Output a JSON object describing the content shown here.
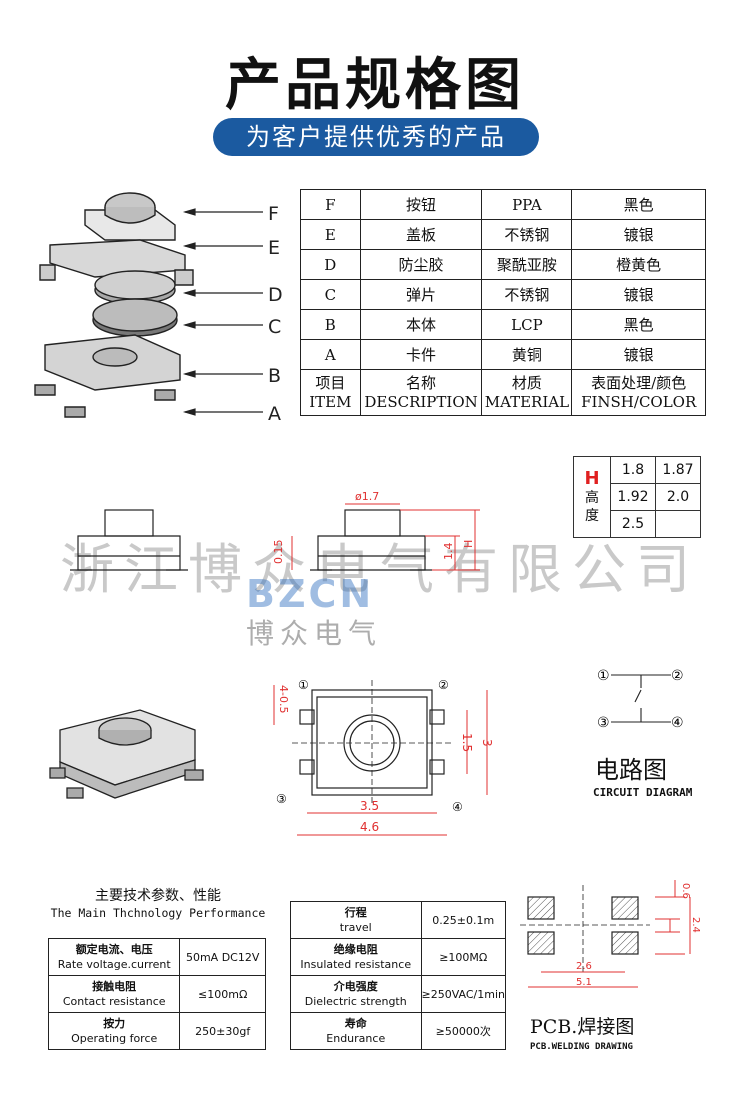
{
  "header": {
    "title": "产品规格图",
    "subtitle": "为客户提供优秀的产品"
  },
  "parts_callouts": [
    "F",
    "E",
    "D",
    "C",
    "B",
    "A"
  ],
  "bom_table": {
    "rows": [
      {
        "item": "F",
        "name": "按钮",
        "material": "PPA",
        "finish": "黑色"
      },
      {
        "item": "E",
        "name": "盖板",
        "material": "不锈钢",
        "finish": "镀银"
      },
      {
        "item": "D",
        "name": "防尘胶",
        "material": "聚酰亚胺",
        "finish": "橙黄色"
      },
      {
        "item": "C",
        "name": "弹片",
        "material": "不锈钢",
        "finish": "镀银"
      },
      {
        "item": "B",
        "name": "本体",
        "material": "LCP",
        "finish": "黑色"
      },
      {
        "item": "A",
        "name": "卡件",
        "material": "黄铜",
        "finish": "镀银"
      }
    ],
    "header": {
      "item_cn": "项目",
      "item_en": "ITEM",
      "name_cn": "名称",
      "name_en": "DESCRIPTION",
      "material_cn": "材质",
      "material_en": "MATERIAL",
      "finish_cn": "表面处理/颜色",
      "finish_en": "FINSH/COLOR"
    }
  },
  "height_table": {
    "label_letter": "H",
    "label_cn_1": "高",
    "label_cn_2": "度",
    "values": [
      "1.8",
      "1.87",
      "1.92",
      "2.0",
      "2.5"
    ]
  },
  "watermark": {
    "company": "浙江博众电气有限公司",
    "logo_text": "BZCN",
    "logo_cn": "博众电气"
  },
  "dimensions": {
    "side": {
      "diameter": "ø1.7",
      "d1": "0.15",
      "d2": "1.4",
      "h": "H"
    },
    "top": {
      "pitch": "4-0.5",
      "w1": "3.5",
      "w2": "4.6",
      "h1": "1.5",
      "h2": "3",
      "pins": [
        "①",
        "②",
        "③",
        "④"
      ]
    },
    "pcb": {
      "a": "0.6",
      "b": "2.4",
      "c": "2.6",
      "d": "5.1"
    }
  },
  "circuit": {
    "pins": [
      "①",
      "②",
      "③",
      "④"
    ],
    "label_cn": "电路图",
    "label_en": "CIRCUIT DIAGRAM"
  },
  "performance": {
    "title_cn": "主要技术参数、性能",
    "title_en": "The Main Thchnology Performance",
    "left_rows": [
      {
        "name_cn": "额定电流、电压",
        "name_en": "Rate voltage.current",
        "value": "50mA DC12V"
      },
      {
        "name_cn": "接触电阻",
        "name_en": "Contact resistance",
        "value": "≤100mΩ"
      },
      {
        "name_cn": "按力",
        "name_en": "Operating force",
        "value": "250±30gf"
      }
    ],
    "right_rows": [
      {
        "name_cn": "行程",
        "name_en": "travel",
        "value": "0.25±0.1m"
      },
      {
        "name_cn": "绝缘电阻",
        "name_en": "Insulated resistance",
        "value": "≥100MΩ"
      },
      {
        "name_cn": "介电强度",
        "name_en": "Dielectric strength",
        "value": "≥250VAC/1min"
      },
      {
        "name_cn": "寿命",
        "name_en": "Endurance",
        "value": "≥50000次"
      }
    ]
  },
  "pcb": {
    "label_cn": "PCB.焊接图",
    "label_en": "PCB.WELDING DRAWING"
  }
}
